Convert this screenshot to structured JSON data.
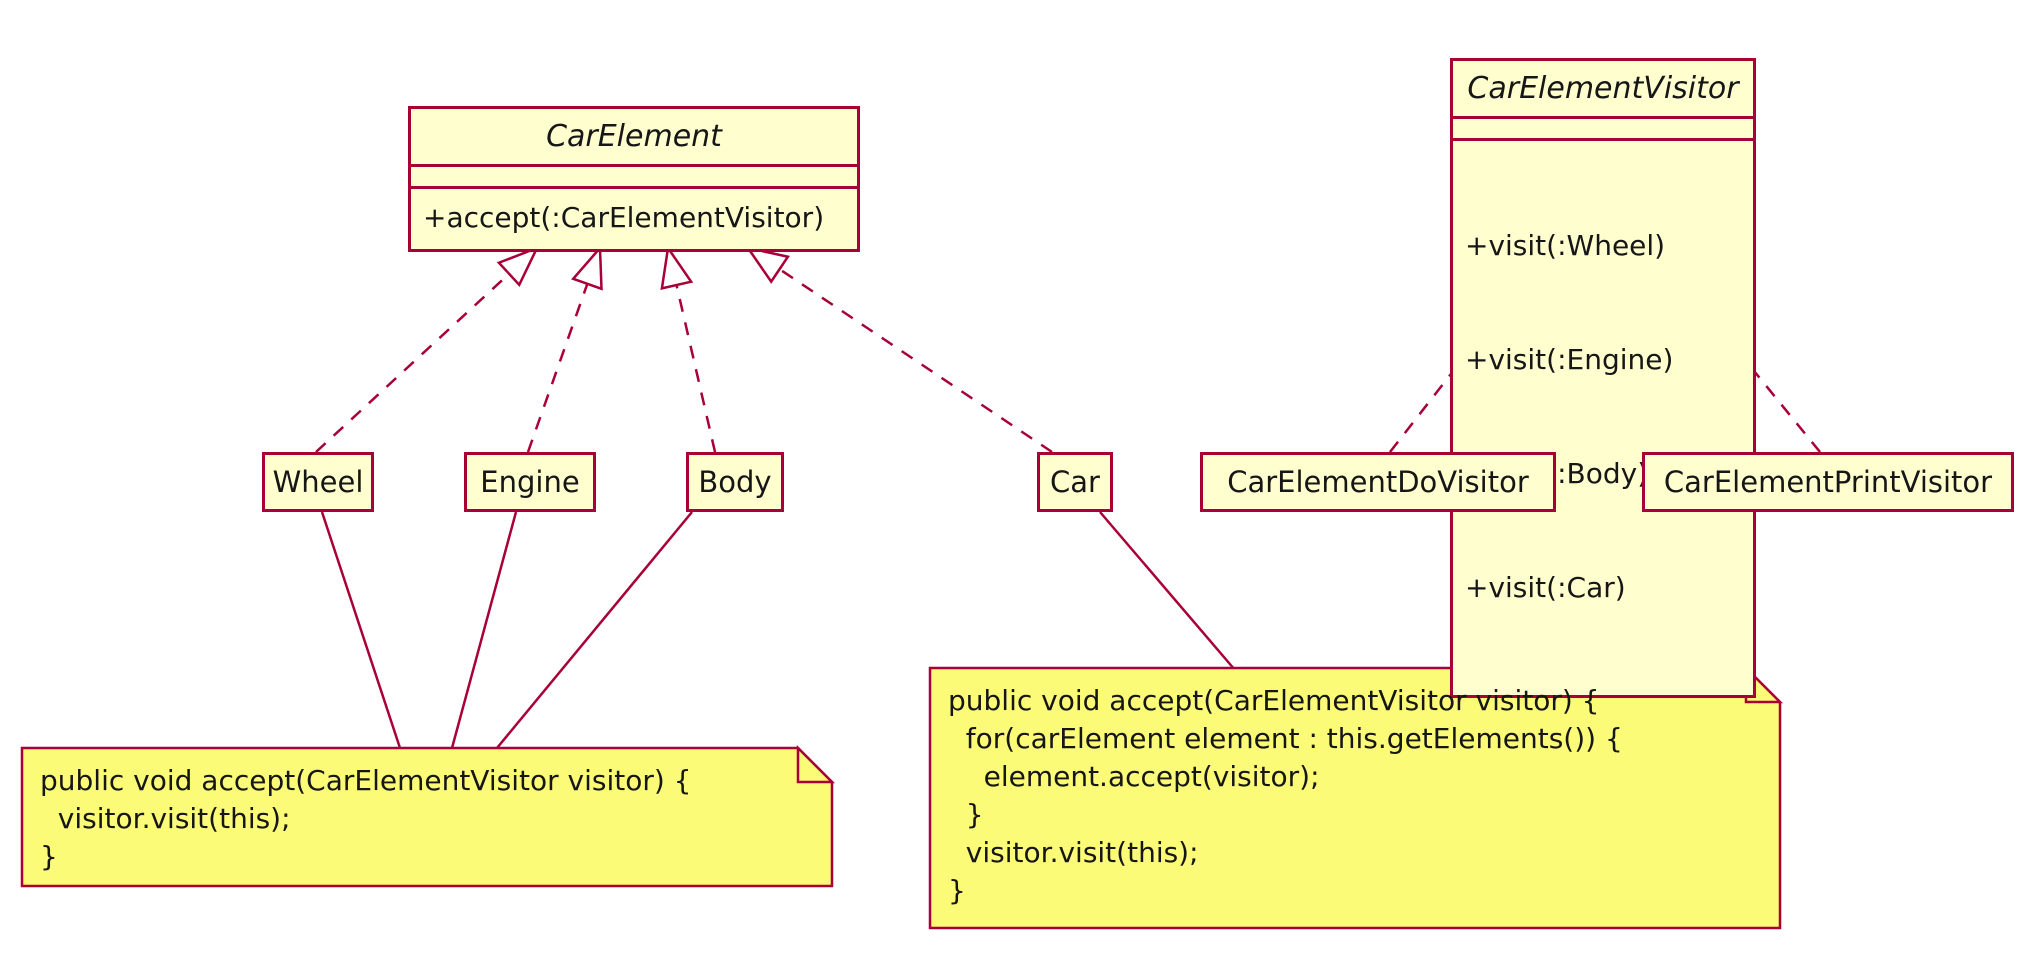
{
  "diagram": {
    "kind": "uml-class-diagram",
    "pattern": "Visitor pattern (car elements)",
    "colors": {
      "class_fill": "#FEFECE",
      "note_fill": "#FBFB77",
      "line": "#A80036",
      "text": "#161616",
      "background": "#ffffff"
    },
    "classes": {
      "carElement": {
        "name": "CarElement",
        "abstract": true,
        "methods": [
          "+accept(:CarElementVisitor)"
        ]
      },
      "carElementVisitor": {
        "name": "CarElementVisitor",
        "abstract": true,
        "methods": [
          "+visit(:Wheel)",
          "+visit(:Engine)",
          "+visit(:Body)",
          "+visit(:Car)"
        ]
      },
      "wheel": {
        "name": "Wheel"
      },
      "engine": {
        "name": "Engine"
      },
      "body": {
        "name": "Body"
      },
      "car": {
        "name": "Car"
      },
      "doVisitor": {
        "name": "CarElementDoVisitor"
      },
      "printVisitor": {
        "name": "CarElementPrintVisitor"
      }
    },
    "notes": {
      "left": {
        "lines": [
          "public void accept(CarElementVisitor visitor) {",
          "  visitor.visit(this);",
          "}"
        ]
      },
      "right": {
        "lines": [
          "public void accept(CarElementVisitor visitor) {",
          "  for(carElement element : this.getElements()) {",
          "    element.accept(visitor);",
          "  }",
          "  visitor.visit(this);",
          "}"
        ]
      }
    }
  }
}
